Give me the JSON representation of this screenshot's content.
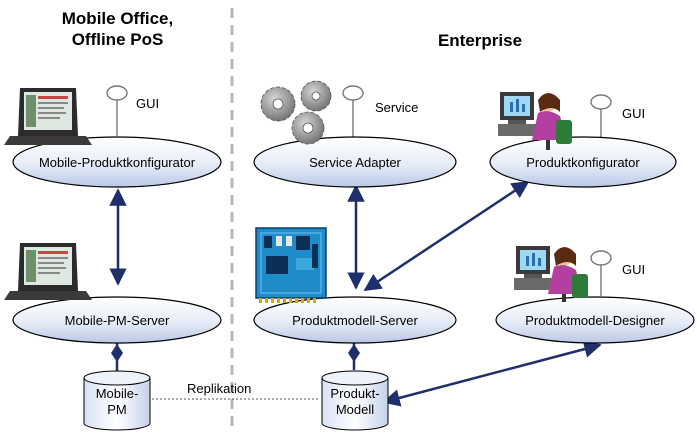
{
  "zones": {
    "left_title_line1": "Mobile Office,",
    "left_title_line2": "Offline PoS",
    "right_title": "Enterprise"
  },
  "nodes": {
    "mobile_konfigurator": "Mobile-Produktkonfigurator",
    "service_adapter": "Service Adapter",
    "produktkonfigurator": "Produktkonfigurator",
    "mobile_pm_server": "Mobile-PM-Server",
    "produktmodell_server": "Produktmodell-Server",
    "produktmodell_designer": "Produktmodell-Designer"
  },
  "databases": {
    "mobile_pm_line1": "Mobile-",
    "mobile_pm_line2": "PM",
    "produkt_modell_line1": "Produkt-",
    "produkt_modell_line2": "Modell"
  },
  "interfaces": {
    "gui_1": "GUI",
    "service": "Service",
    "gui_2": "GUI",
    "gui_3": "GUI"
  },
  "edges": {
    "replikation": "Replikation"
  },
  "colors": {
    "ellipse_fill_top": "#ffffff",
    "ellipse_fill_bottom": "#c6d4ec",
    "connector": "#1f2f6b",
    "divider": "#b8b8b8"
  },
  "icons": [
    "laptop-icon",
    "gears-icon",
    "user-workstation-icon",
    "server-board-icon",
    "user-workstation-icon",
    "laptop-icon"
  ]
}
